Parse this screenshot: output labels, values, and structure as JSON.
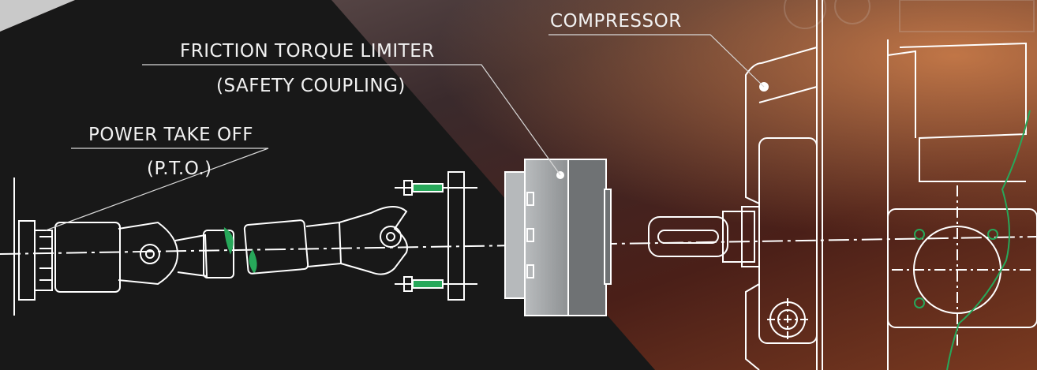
{
  "labels": {
    "compressor": "COMPRESSOR",
    "torque_limiter_line1": "FRICTION TORQUE LIMITER",
    "torque_limiter_line2": "(SAFETY COUPLING)",
    "pto_line1": "POWER TAKE OFF",
    "pto_line2": "(P.T.O.)"
  },
  "colors": {
    "background_dark": "#141414",
    "background_warm": "#5a2a1c",
    "line_white": "#ffffff",
    "accent_green": "#27a85a",
    "coupling_grey": "#9a9d9f",
    "coupling_grey_dark": "#6e7173"
  }
}
